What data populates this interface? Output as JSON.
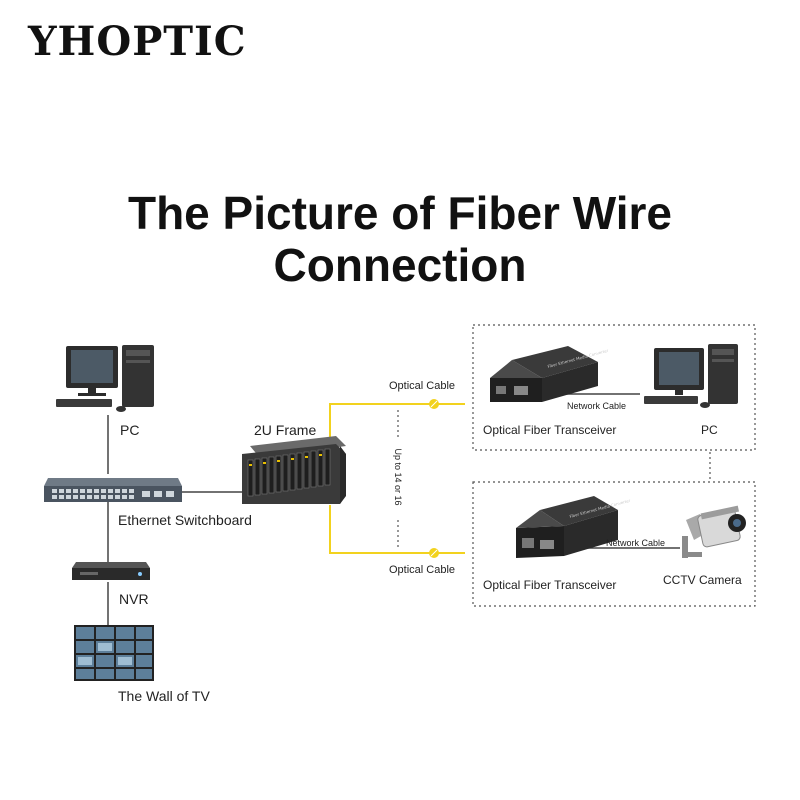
{
  "brand": "YHOPTIC",
  "title_line1": "The Picture of Fiber Wire",
  "title_line2": "Connection",
  "labels": {
    "pc_left": "PC",
    "switch": "Ethernet Switchboard",
    "nvr": "NVR",
    "tv_wall": "The Wall of TV",
    "frame": "2U Frame",
    "optical_cable_top": "Optical Cable",
    "optical_cable_bottom": "Optical Cable",
    "upto": "Up to 14 or 16",
    "transceiver_top": "Optical Fiber Transceiver",
    "transceiver_bottom": "Optical Fiber Transceiver",
    "network_cable_top": "Network Cable",
    "network_cable_bottom": "Network Cable",
    "pc_right": "PC",
    "cctv": "CCTV Camera"
  },
  "colors": {
    "fiber": "#f2d21e",
    "ethernet": "#444444",
    "device_dark": "#2c2c2c",
    "switch_body": "#4a5460",
    "dotted": "#555555"
  },
  "icons": [
    "desktop-pc-icon",
    "network-switch-icon",
    "nvr-icon",
    "tv-wall-icon",
    "frame-chassis-icon",
    "media-converter-icon",
    "cctv-camera-icon"
  ]
}
